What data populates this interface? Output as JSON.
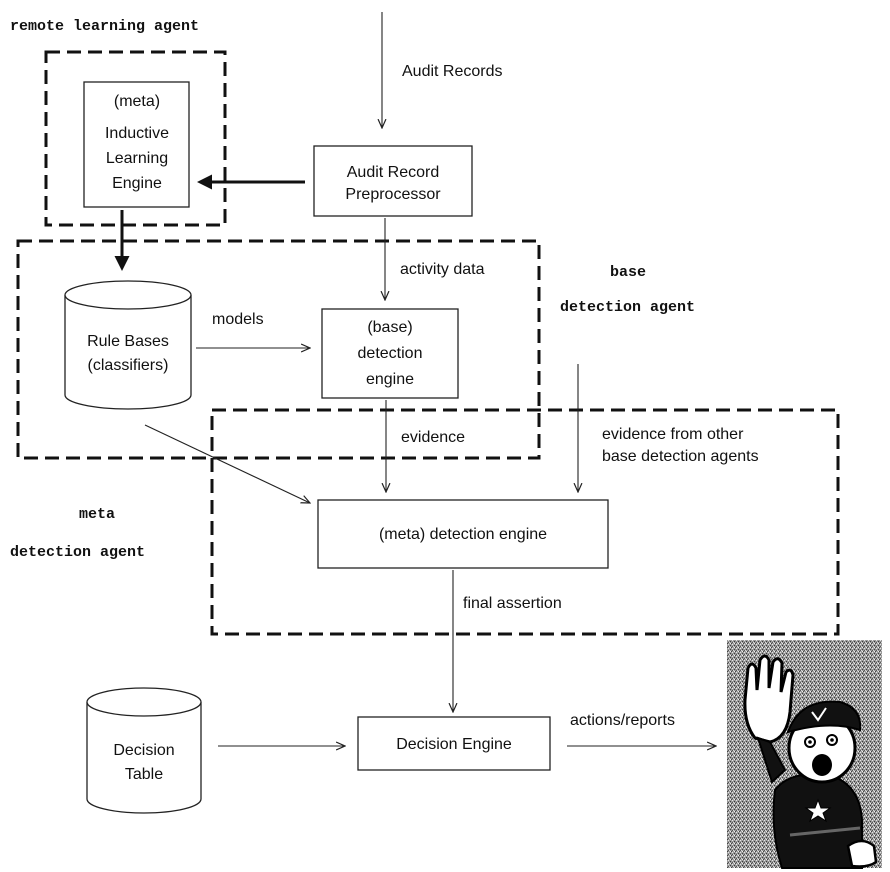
{
  "agents": {
    "remote_learning": "remote learning agent",
    "base_line1": "base",
    "base_line2": "detection agent",
    "meta_line1": "meta",
    "meta_line2": "detection agent"
  },
  "nodes": {
    "audit_records": "Audit Records",
    "preprocessor_line1": "Audit Record",
    "preprocessor_line2": "Preprocessor",
    "inductive_line1": "(meta)",
    "inductive_line2": "Inductive",
    "inductive_line3": "Learning",
    "inductive_line4": "Engine",
    "rule_bases_line1": "Rule Bases",
    "rule_bases_line2": "(classifiers)",
    "base_engine_line1": "(base)",
    "base_engine_line2": "detection",
    "base_engine_line3": "engine",
    "meta_engine": "(meta) detection engine",
    "decision_table_line1": "Decision",
    "decision_table_line2": "Table",
    "decision_engine": "Decision Engine"
  },
  "edges": {
    "activity_data": "activity data",
    "models": "models",
    "evidence": "evidence",
    "evidence_other_line1": "evidence from other",
    "evidence_other_line2": "base detection agents",
    "final_assertion": "final assertion",
    "actions_reports": "actions/reports"
  },
  "icons": {
    "alarm_figure": "alarm-figure-icon"
  }
}
